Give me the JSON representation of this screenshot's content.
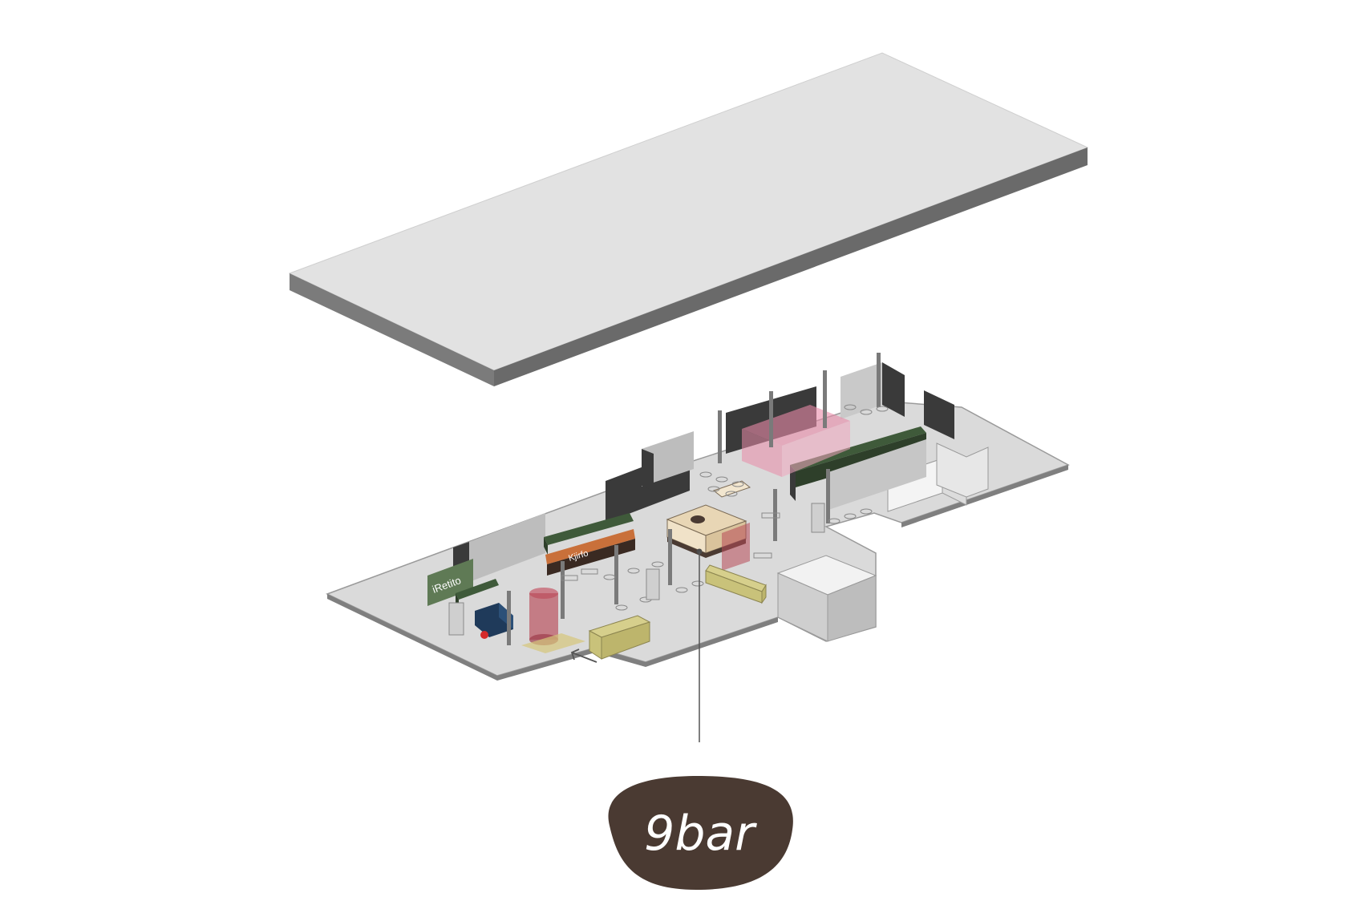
{
  "colors": {
    "background": "#ffffff",
    "slab_top": "#e2e2e2",
    "slab_side": "#6f6f6f",
    "slab_front": "#7b7b7b",
    "floor": "#dcdcdc",
    "floor_edge": "#8a8a8a",
    "wall_dark": "#3a3a3a",
    "counter_green": "#3f5a3a",
    "counter_orange": "#c9703a",
    "highlight_pink": "#e98aa8",
    "highlight_red": "#b84a58",
    "bench_yellow": "#c9c27a",
    "truck_blue": "#1f3a5a",
    "logo_brown": "#4a3a32"
  },
  "map": {
    "upper_level_label": "",
    "signs": {
      "retail_sign": "iRetito",
      "counter_sign": "Kjirfo"
    },
    "callout_target": "9bar",
    "entrance_icon": "entrance-arrow-icon"
  },
  "logo": {
    "text": "9bar"
  }
}
